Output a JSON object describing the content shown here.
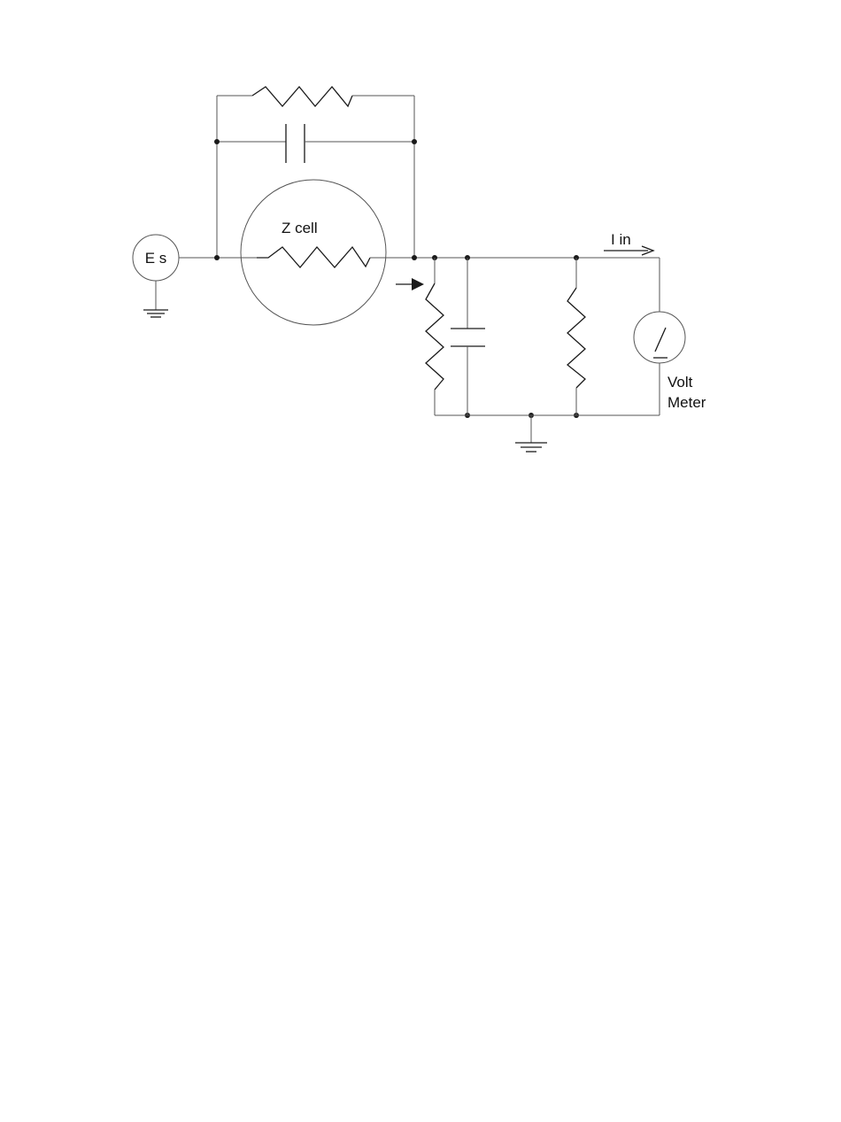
{
  "diagram": {
    "source_label": "E s",
    "cell_label": "Z cell",
    "current_label": "I in",
    "meter_label_line1": "Volt",
    "meter_label_line2": "Meter"
  },
  "style": {
    "line_color": "#1a1a1a",
    "background": "#ffffff"
  }
}
